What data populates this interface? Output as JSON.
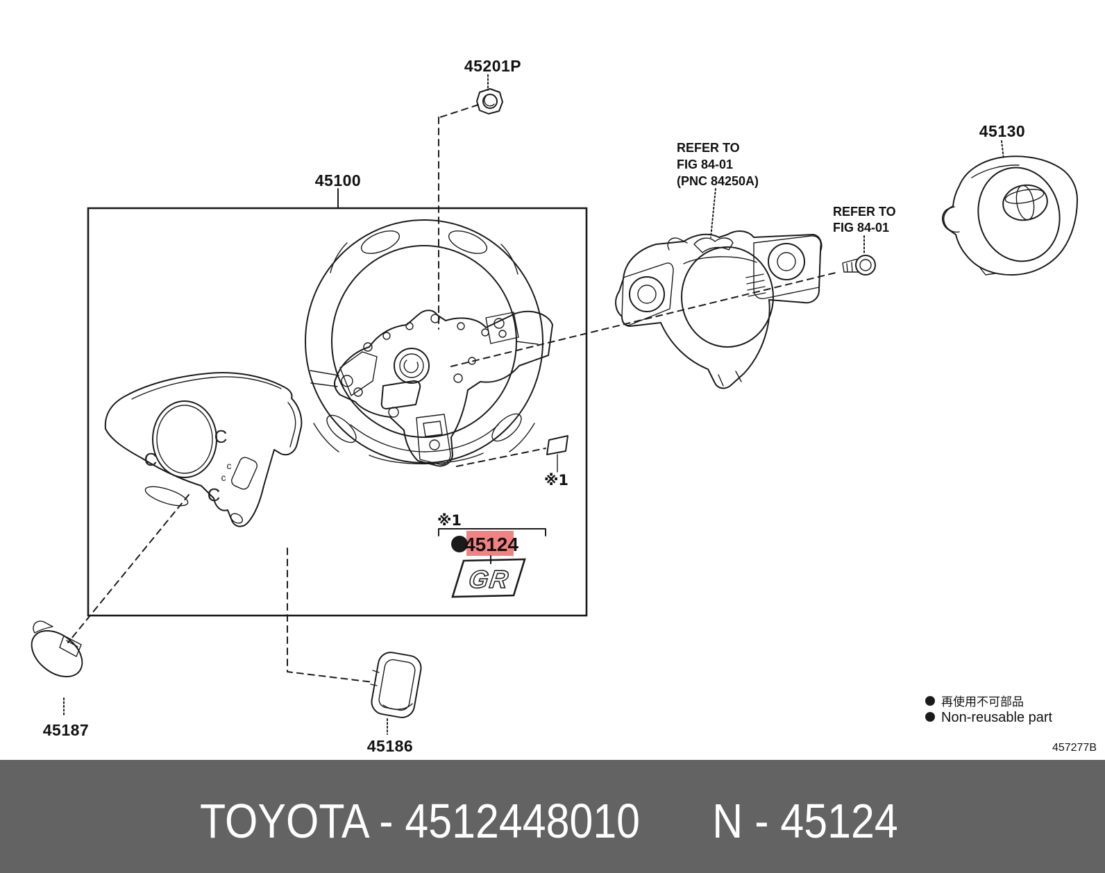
{
  "colors": {
    "banner_bg": "#636363",
    "banner_fg": "#ffffff",
    "highlight": "#f28282",
    "highlight_text": "#7c1519",
    "line": "#1a1a1a"
  },
  "parts": {
    "nut": {
      "label": "45201P"
    },
    "wheel_assy": {
      "label": "45100"
    },
    "airbag": {
      "label": "45130"
    },
    "cap": {
      "label": "45187"
    },
    "bezel": {
      "label": "45186"
    },
    "emblem": {
      "label": "45124",
      "badge_text": "GR"
    }
  },
  "refs": {
    "column_cover": {
      "line1": "REFER TO",
      "line2": "FIG 84-01",
      "line3": "(PNC 84250A)"
    },
    "screw": {
      "line1": "REFER TO",
      "line2": "FIG 84-01"
    }
  },
  "markers": {
    "note1": "※1"
  },
  "cover_marks": {
    "large": "C",
    "small": "c"
  },
  "legend": {
    "bullet": "●",
    "jp": "再使用不可部品",
    "en": "Non-reusable part"
  },
  "diagram_code": "457277B",
  "banner": {
    "left": "TOYOTA - 4512448010",
    "right": "N - 45124"
  }
}
